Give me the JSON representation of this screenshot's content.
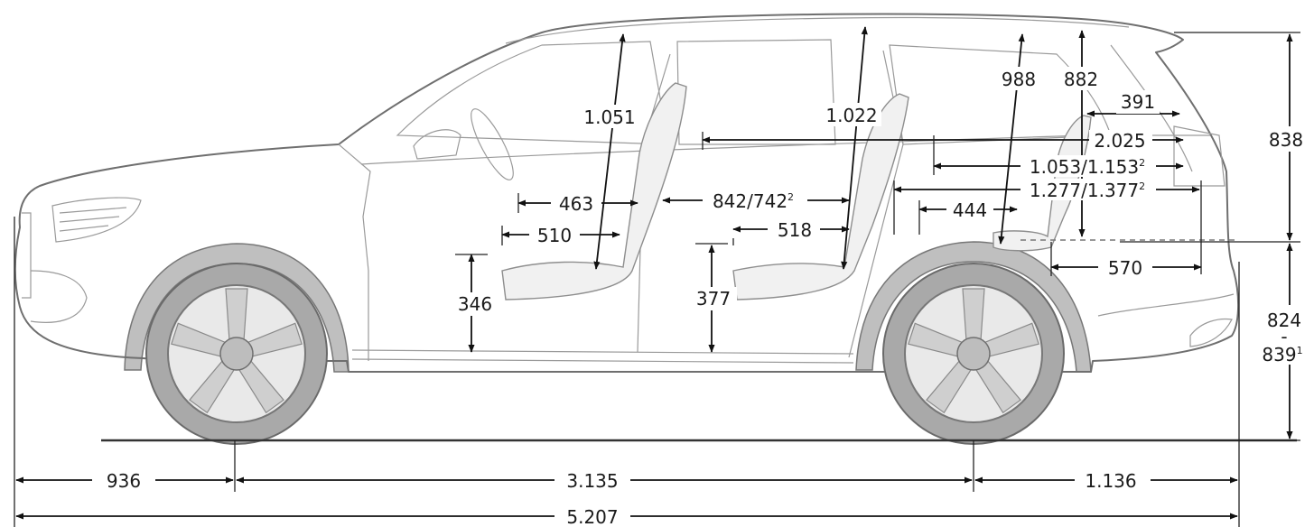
{
  "dimensions": {
    "overall_length": "5.207",
    "front_overhang": "936",
    "wheelbase": "3.135",
    "rear_overhang": "1.136",
    "headroom_row1": "1.051",
    "headroom_row2": "1.022",
    "headroom_row3_a": "988",
    "headroom_row3_b": "882",
    "top_right_height": "838",
    "lower_right_height_a": "824",
    "lower_right_height_b": "839",
    "lower_right_height_b_sup": "1",
    "rear_cargo_391": "391",
    "cargo_length_2025": "2.025",
    "cargo_length_1053": "1.053/1.153",
    "cargo_length_1053_sup": "2",
    "cargo_length_1277": "1.277/1.377",
    "cargo_length_1277_sup": "2",
    "row3_seat_depth": "444",
    "cargo_570": "570",
    "legroom_row1_463": "463",
    "legroom_row2": "842/742",
    "legroom_row2_sup": "2",
    "seat_depth_row1": "510",
    "seat_depth_row2": "518",
    "seat_height_row1": "346",
    "seat_height_row2": "377"
  },
  "colors": {
    "outline": "#6f6f6f",
    "tire": "#a9a9a9",
    "dimension_lines": "#111111"
  }
}
